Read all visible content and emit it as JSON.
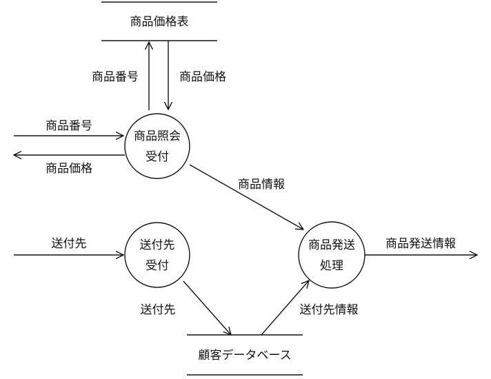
{
  "stores": {
    "price_table": "商品価格表",
    "customer_db": "顧客データベース"
  },
  "processes": {
    "inquiry": [
      "商品照会",
      "受付"
    ],
    "address": [
      "送付先",
      "受付"
    ],
    "shipping": [
      "商品発送",
      "処理"
    ]
  },
  "flows": {
    "lookup_number": "商品番号",
    "lookup_price": "商品価格",
    "input_number": "商品番号",
    "output_price": "商品価格",
    "product_info": "商品情報",
    "input_address": "送付先",
    "store_address": "送付先",
    "address_info": "送付先情報",
    "output_shipping": "商品発送情報"
  }
}
